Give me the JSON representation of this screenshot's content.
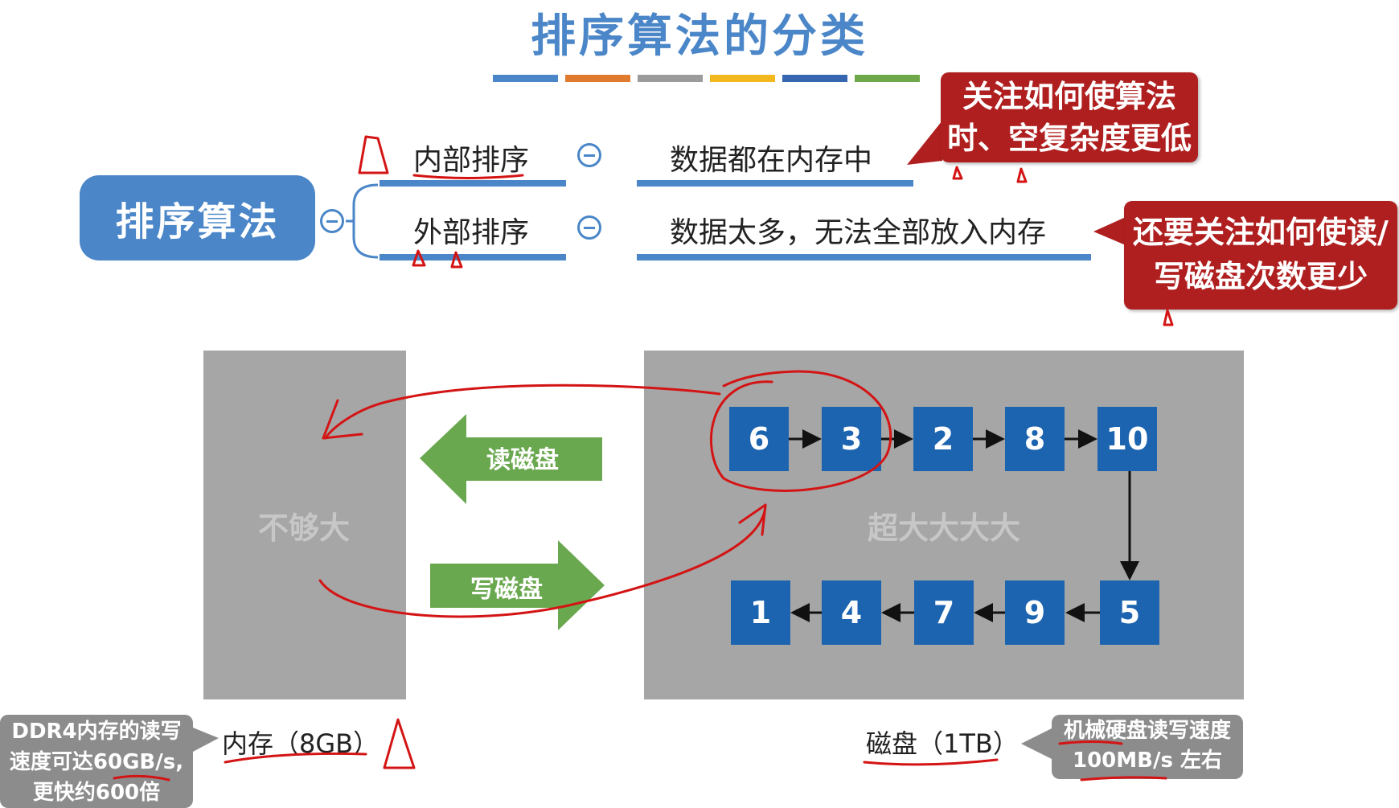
{
  "title": "排序算法的分类",
  "color_strip": [
    "#4a86c8",
    "#e07a2e",
    "#9b9b9b",
    "#f2b81e",
    "#3766b0",
    "#6fa84a"
  ],
  "mindmap": {
    "root": "排序算法",
    "branches": [
      {
        "label": "内部排序",
        "description": "数据都在内存中"
      },
      {
        "label": "外部排序",
        "description": "数据太多，无法全部放入内存"
      }
    ]
  },
  "callouts": {
    "internal": [
      "关注如何使算法",
      "时、空复杂度更低"
    ],
    "external": [
      "还要关注如何使读/",
      "写磁盘次数更少"
    ]
  },
  "diagram": {
    "memory_text": "不够大",
    "disk_text": "超大大大大",
    "read_label": "读磁盘",
    "write_label": "写磁盘",
    "top_row": [
      "6",
      "3",
      "2",
      "8",
      "10"
    ],
    "bottom_row": [
      "1",
      "4",
      "7",
      "9",
      "5"
    ],
    "memory_label": "内存（8GB）",
    "disk_label": "磁盘（1TB）",
    "memory_note": [
      "DDR4内存的读写",
      "速度可达60GB/s,",
      "更快约600倍"
    ],
    "disk_note": [
      "机械硬盘读写速度",
      "100MB/s 左右"
    ]
  },
  "colors": {
    "accent": "#4a86c8",
    "callout_red": "#b01f1f",
    "node_blue": "#1d64b0",
    "arrow_green": "#6aa84f",
    "box_gray": "#a6a6a6",
    "annotation_red": "#d41414"
  }
}
